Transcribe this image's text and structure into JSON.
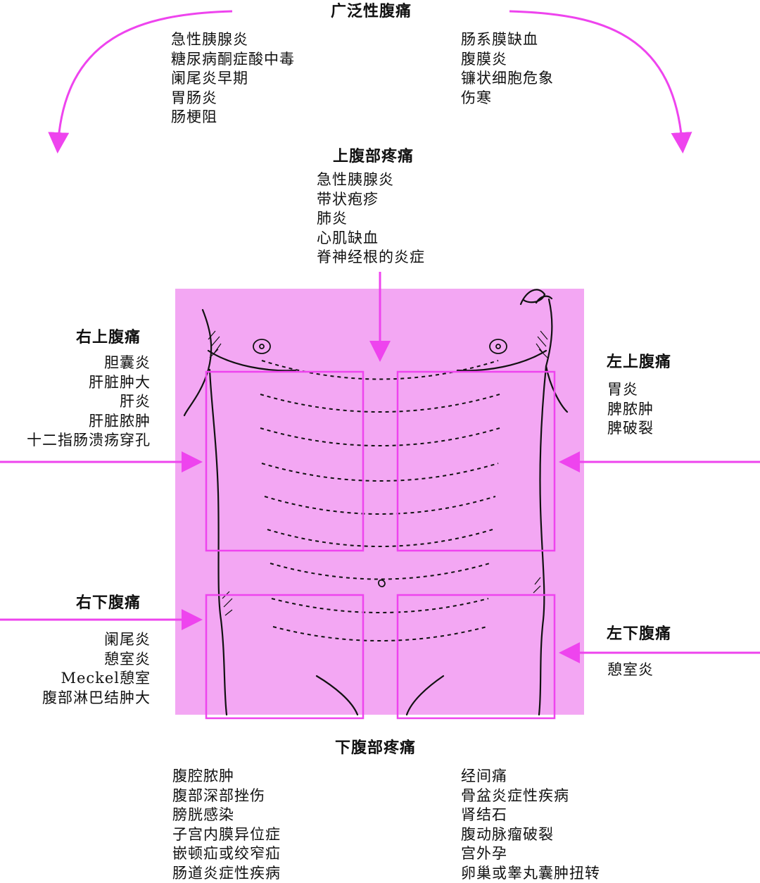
{
  "colors": {
    "magenta": "#ee44ee",
    "panel": "#f3a7f3"
  },
  "generalized": {
    "title": "广泛性腹痛",
    "left": [
      "急性胰腺炎",
      "糖尿病酮症酸中毒",
      "阑尾炎早期",
      "胃肠炎",
      "肠梗阻"
    ],
    "right": [
      "肠系膜缺血",
      "腹膜炎",
      "镰状细胞危象",
      "伤寒"
    ]
  },
  "epigastric": {
    "title": "上腹部疼痛",
    "items": [
      "急性胰腺炎",
      "带状疱疹",
      "肺炎",
      "心肌缺血",
      "脊神经根的炎症"
    ]
  },
  "ruq": {
    "title": "右上腹痛",
    "items": [
      "胆囊炎",
      "肝脏肿大",
      "肝炎",
      "肝脏脓肿",
      "十二指肠溃疡穿孔"
    ]
  },
  "luq": {
    "title": "左上腹痛",
    "items": [
      "胃炎",
      "脾脓肿",
      "脾破裂"
    ]
  },
  "rlq": {
    "title": "右下腹痛",
    "items": [
      "阑尾炎",
      "憩室炎",
      "Meckel憩室",
      "腹部淋巴结肿大"
    ]
  },
  "llq": {
    "title": "左下腹痛",
    "items": [
      "憩室炎"
    ]
  },
  "hypogastric": {
    "title": "下腹部疼痛",
    "left": [
      "腹腔脓肿",
      "腹部深部挫伤",
      "膀胱感染",
      "子宫内膜异位症",
      "嵌顿疝或绞窄疝",
      "肠道炎症性疾病"
    ],
    "right": [
      "经间痛",
      "骨盆炎症性疾病",
      "肾结石",
      "腹动脉瘤破裂",
      "宫外孕",
      "卵巢或睾丸囊肿扭转"
    ]
  }
}
